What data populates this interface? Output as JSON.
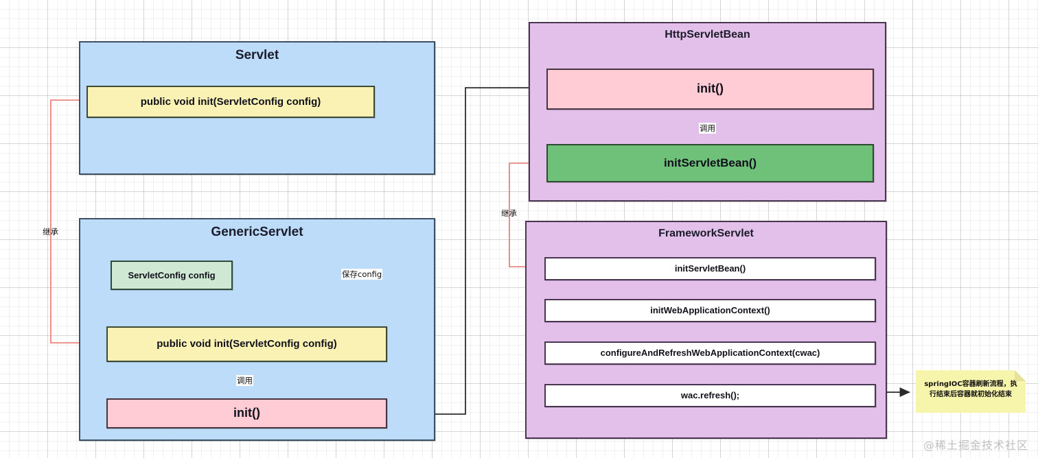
{
  "diagram": {
    "title": "Servlet init() inheritance and Spring MVC initialization flow",
    "background": "graph-paper-grid",
    "colors": {
      "container_blue": "#bcdcfa",
      "container_purple": "#e3c0ea",
      "method_yellow": "#faf2b4",
      "method_pink": "#ffccd5",
      "method_green_dark": "#6fc17a",
      "field_green_light": "#cfe8d4",
      "method_white": "#ffffff",
      "note_yellow": "#f7f4ab",
      "edge_black": "#2b2b2b",
      "edge_red": "#e8736b",
      "watermark_gray": "#bfbfbf"
    }
  },
  "nodes": {
    "servlet": {
      "title": "Servlet",
      "methods": [
        {
          "label": "public void init(ServletConfig config)",
          "style": "yellow"
        }
      ]
    },
    "generic_servlet": {
      "title": "GenericServlet",
      "field": {
        "label": "ServletConfig config",
        "style": "green-light"
      },
      "methods": [
        {
          "label": "public void init(ServletConfig config)",
          "style": "yellow"
        },
        {
          "label": "init()",
          "style": "pink"
        }
      ]
    },
    "http_servlet_bean": {
      "title": "HttpServletBean",
      "methods": [
        {
          "label": "init()",
          "style": "pink"
        },
        {
          "label": "initServletBean()",
          "style": "green-dark"
        }
      ]
    },
    "framework_servlet": {
      "title": "FrameworkServlet",
      "methods": [
        {
          "label": "initServletBean()",
          "style": "white"
        },
        {
          "label": "initWebApplicationContext()",
          "style": "white"
        },
        {
          "label": "configureAndRefreshWebApplicationContext(cwac)",
          "style": "white"
        },
        {
          "label": "wac.refresh();",
          "style": "white"
        }
      ]
    }
  },
  "edges": {
    "inherit_left": {
      "label": "继承",
      "color": "#e8736b"
    },
    "inherit_right": {
      "label": "继承",
      "color": "#e8736b"
    },
    "save_config": {
      "label": "保存config",
      "color": "#2b2b2b"
    },
    "call_generic": {
      "label": "调用",
      "color": "#2b2b2b"
    },
    "call_http_bean": {
      "label": "调用",
      "color": "#2b2b2b"
    },
    "generic_to_httpbean": {
      "label": "",
      "color": "#2b2b2b"
    },
    "to_note": {
      "label": "",
      "color": "#2b2b2b"
    }
  },
  "note": {
    "line1": "springIOC容器刷新流程，执",
    "line2": "行结束后容器就初始化结束"
  },
  "watermark": {
    "text": "@稀土掘金技术社区"
  }
}
